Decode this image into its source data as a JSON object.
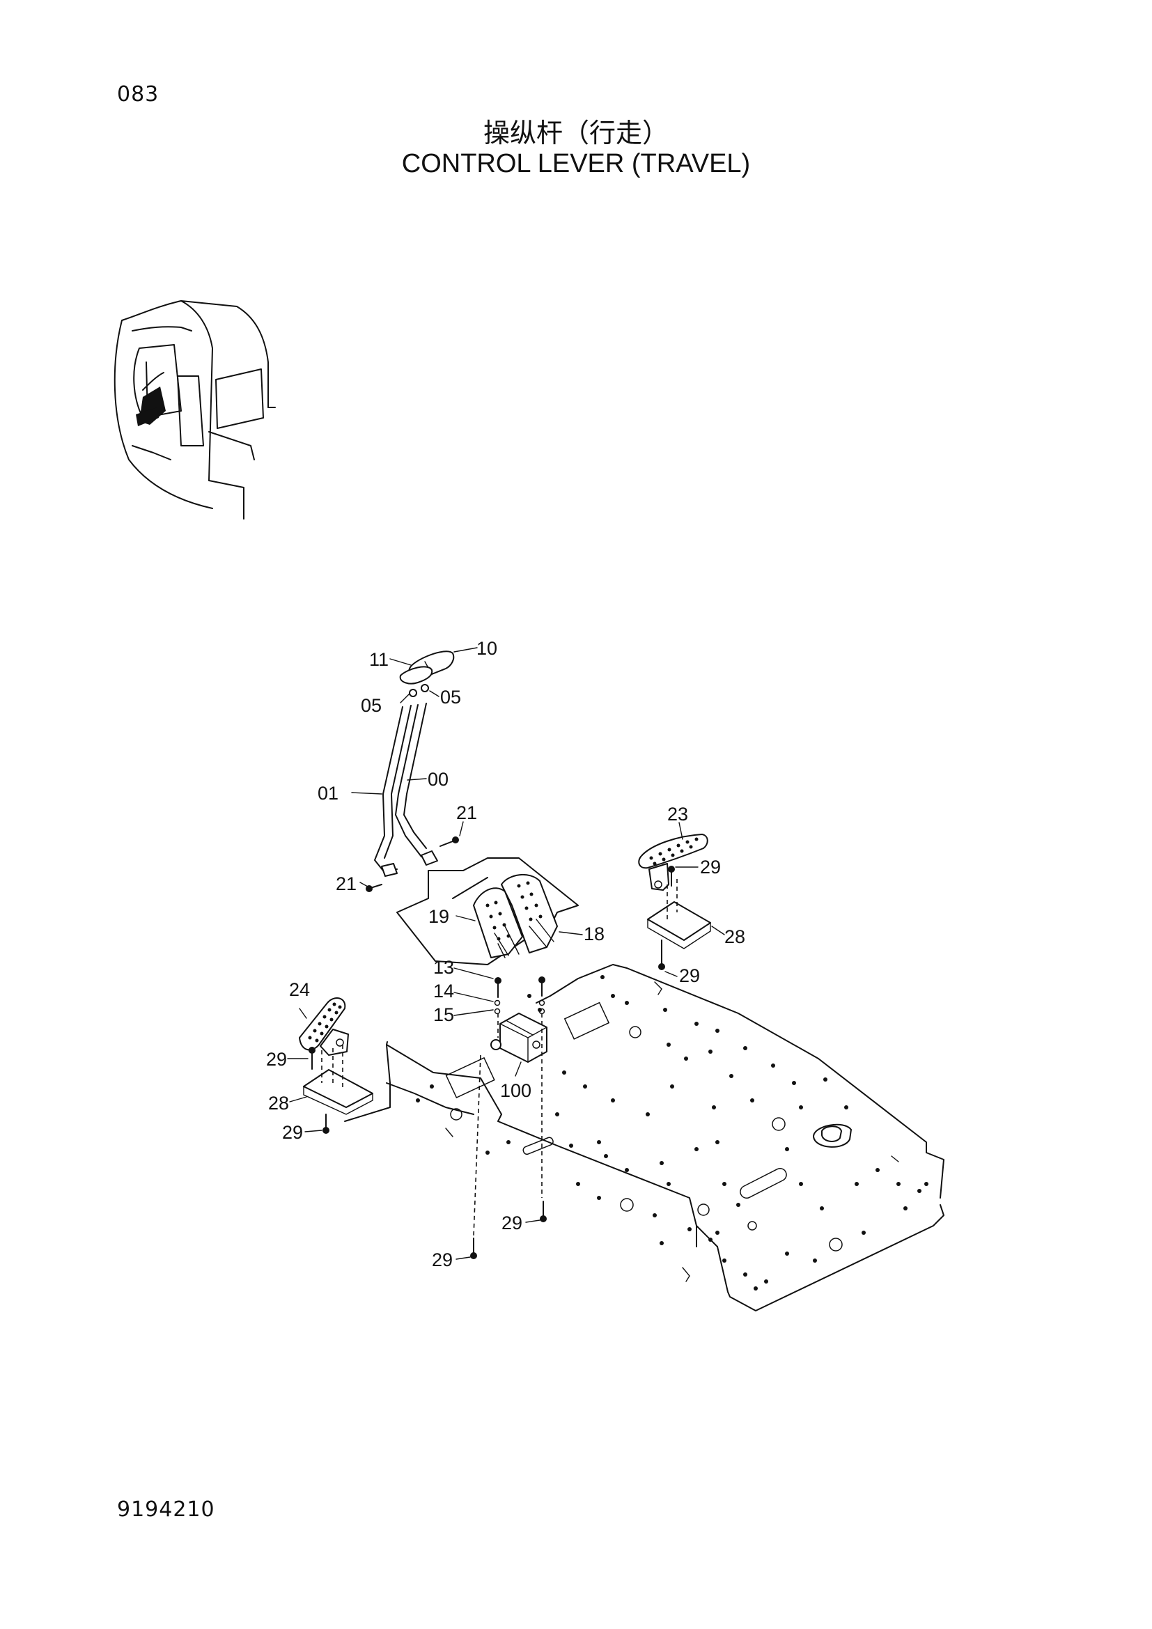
{
  "page_number": "083",
  "title_cn": "操纵杆（行走）",
  "title_en": "CONTROL LEVER (TRAVEL)",
  "document_code": "9194210",
  "part_labels": {
    "p11": "11",
    "p10": "10",
    "p05a": "05",
    "p05b": "05",
    "p01": "01",
    "p00": "00",
    "p21a": "21",
    "p21b": "21",
    "p23": "23",
    "p29a": "29",
    "p19": "19",
    "p18": "18",
    "p28a": "28",
    "p13": "13",
    "p14": "14",
    "p15": "15",
    "p29b": "29",
    "p24": "24",
    "p29c": "29",
    "p28b": "28",
    "p29d": "29",
    "p100": "100",
    "p29e": "29",
    "p29f": "29"
  }
}
